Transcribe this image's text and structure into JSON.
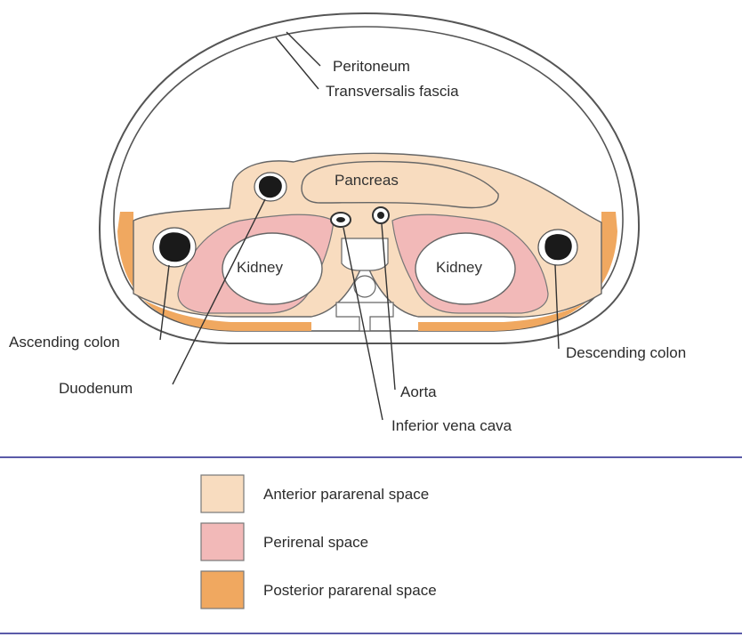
{
  "colors": {
    "anterior_pararenal": "#f8dcbf",
    "perirenal": "#f2b9b8",
    "posterior_pararenal": "#f0a860",
    "outline": "#555555",
    "divider": "#5a5aa8"
  },
  "labels": {
    "peritoneum": "Peritoneum",
    "transversalis_fascia": "Transversalis fascia",
    "pancreas": "Pancreas",
    "kidney_left": "Kidney",
    "kidney_right": "Kidney",
    "ascending_colon": "Ascending colon",
    "duodenum": "Duodenum",
    "aorta": "Aorta",
    "inferior_vena_cava": "Inferior vena cava",
    "descending_colon": "Descending colon"
  },
  "legend": [
    {
      "label": "Anterior pararenal space",
      "color": "#f8dcbf"
    },
    {
      "label": "Perirenal space",
      "color": "#f2b9b8"
    },
    {
      "label": "Posterior pararenal space",
      "color": "#f0a860"
    }
  ]
}
